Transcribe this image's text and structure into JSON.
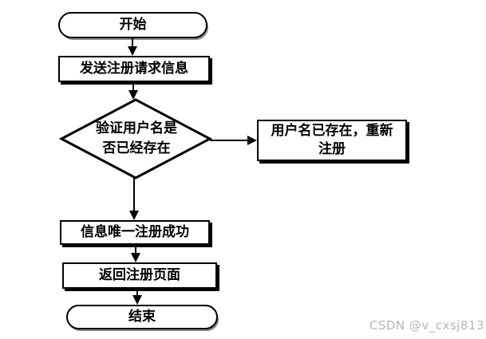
{
  "colors": {
    "background": "#ffffff",
    "fill": "#ffffff",
    "stroke": "#000000",
    "text": "#000000",
    "watermark": "#b6b6bb"
  },
  "flowchart": {
    "nodes": [
      {
        "id": "start",
        "type": "terminator",
        "label": "开始"
      },
      {
        "id": "send-request",
        "type": "process",
        "label": "发送注册请求信息"
      },
      {
        "id": "verify-username",
        "type": "decision",
        "label": "验证用户名是\n否已经存在"
      },
      {
        "id": "username-exists",
        "type": "process",
        "label": "用户名已存在，重新\n注册"
      },
      {
        "id": "register-success",
        "type": "process",
        "label": "信息唯一注册成功"
      },
      {
        "id": "return-page",
        "type": "process",
        "label": "返回注册页面"
      },
      {
        "id": "end",
        "type": "terminator",
        "label": "结束"
      }
    ],
    "edges": [
      {
        "from": "start",
        "to": "send-request"
      },
      {
        "from": "send-request",
        "to": "verify-username"
      },
      {
        "from": "verify-username",
        "to": "username-exists"
      },
      {
        "from": "verify-username",
        "to": "register-success"
      },
      {
        "from": "register-success",
        "to": "return-page"
      },
      {
        "from": "return-page",
        "to": "end"
      }
    ]
  },
  "watermark": {
    "text": "CSDN @v_cxsj813"
  }
}
